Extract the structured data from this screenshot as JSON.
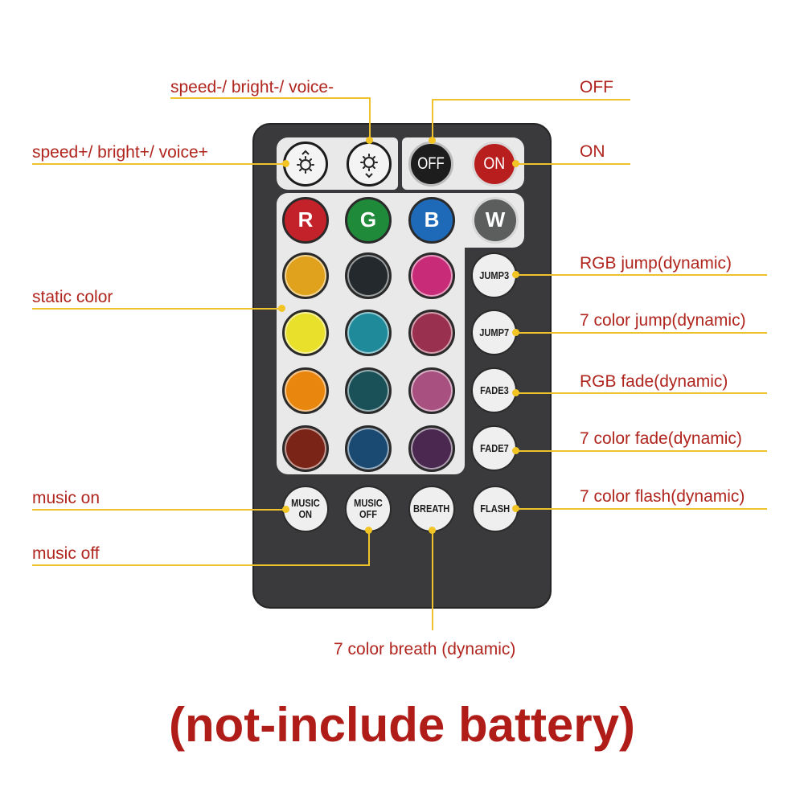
{
  "labels": {
    "speed_minus": "speed-/ bright-/ voice-",
    "off": "OFF",
    "speed_plus": "speed+/ bright+/ voice+",
    "on": "ON",
    "rgb_jump": "RGB jump(dynamic)",
    "static_color": "static color",
    "seven_color_jump": "7 color jump(dynamic)",
    "rgb_fade": "RGB fade(dynamic)",
    "seven_color_fade": "7 color fade(dynamic)",
    "music_on": "music on",
    "seven_color_flash": "7 color flash(dynamic)",
    "music_off": "music off",
    "seven_color_breath": "7 color breath (dynamic)"
  },
  "caption": "(not-include battery)",
  "remote": {
    "off_button": "OFF",
    "on_button": "ON",
    "r_button": "R",
    "g_button": "G",
    "b_button": "B",
    "w_button": "W",
    "jump3": "JUMP3",
    "jump7": "JUMP7",
    "fade3": "FADE3",
    "fade7": "FADE7",
    "music_on_line1": "MUSIC",
    "music_on_line2": "ON",
    "music_off_line1": "MUSIC",
    "music_off_line2": "OFF",
    "breath": "BREATH",
    "flash": "FLASH"
  },
  "colors": {
    "label_text": "#b0251e",
    "leader_line": "#eec22a",
    "remote_body": "#3a3a3c",
    "panel": "#e9e9ea",
    "static_colors": [
      [
        "#e0a21c",
        "#23292c",
        "#c82c78"
      ],
      [
        "#e8e02a",
        "#1e8a9a",
        "#9a3050"
      ],
      [
        "#e8860e",
        "#1a5058",
        "#a85080"
      ],
      [
        "#7a2418",
        "#1a4a72",
        "#4a2850"
      ]
    ]
  }
}
